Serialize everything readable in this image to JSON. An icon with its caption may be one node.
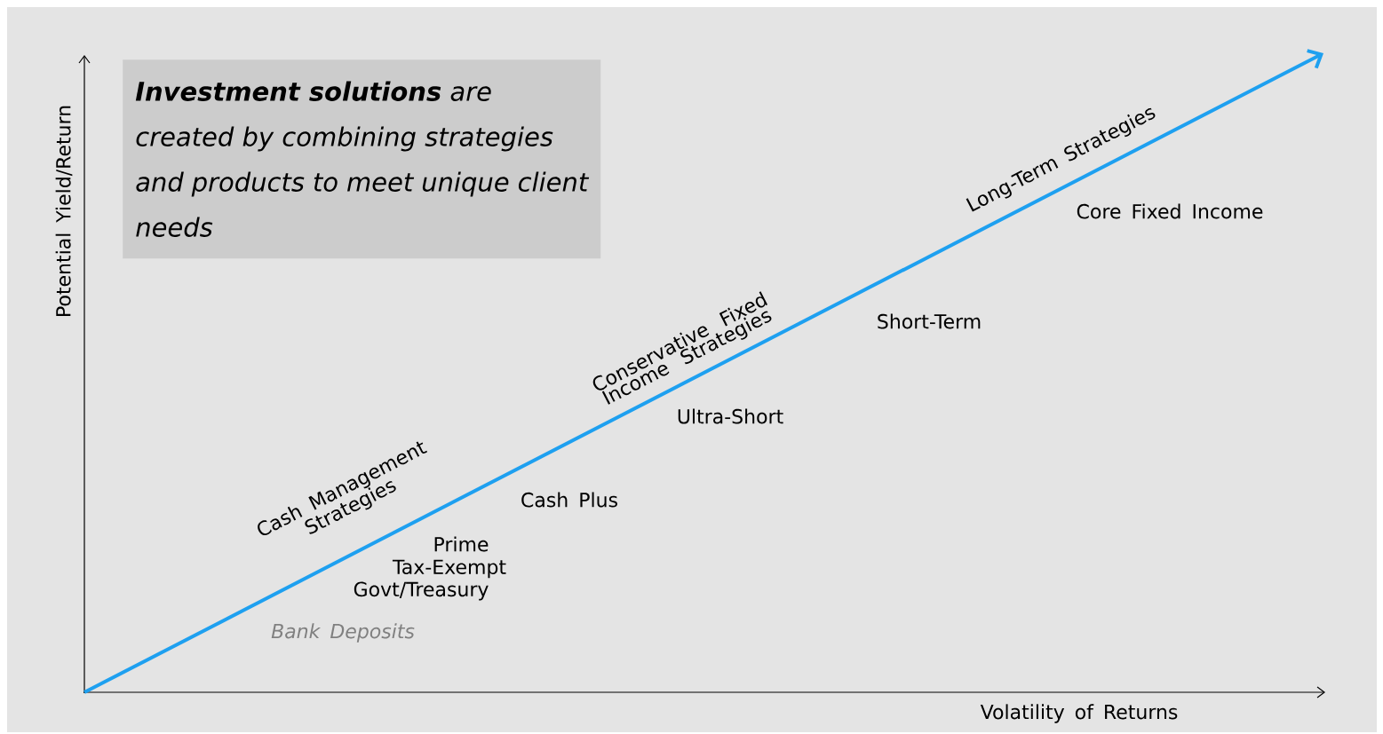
{
  "diagram": {
    "nodes": [
      {
        "text": [
          "**Investment solutions** are created by combining strategies and products to meet unique client needs"
        ]
      }
    ],
    "labels": [
      "Potential Yield/Return",
      "Long-Term Strategies",
      "Core Fixed Income",
      "Conservative Fixed Income Strategies",
      "Short-Term",
      "Ultra-Short",
      "Cash Management Strategies",
      "Cash Plus",
      "Prime",
      "Tax-Exempt",
      "Govt/Treasury",
      "Bank Deposits",
      "Volatility of Returns"
    ]
  }
}
